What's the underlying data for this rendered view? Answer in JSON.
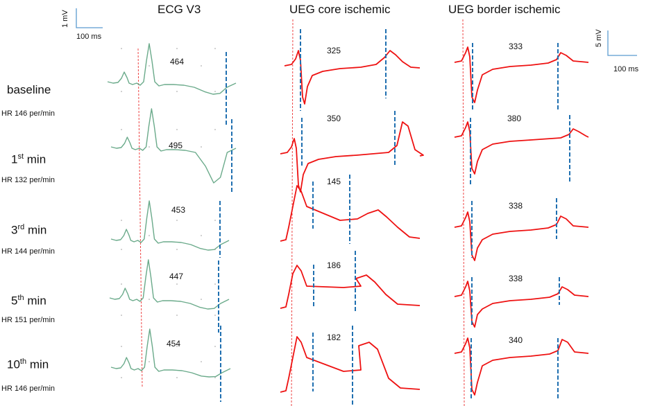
{
  "columns": {
    "ecg": "ECG V3",
    "core": "UEG core ischemic",
    "border": "UEG border ischemic"
  },
  "rows": [
    {
      "label": "baseline",
      "sup": "",
      "hr": "HR 146 per/min",
      "ecg_value": "464",
      "core_value": "325",
      "border_value": "333"
    },
    {
      "label": "1",
      "sup": "st",
      "label_suffix": " min",
      "hr": "HR 132 per/min",
      "ecg_value": "495",
      "core_value": "350",
      "border_value": "380"
    },
    {
      "label": "3",
      "sup": "rd",
      "label_suffix": " min",
      "hr": "HR 144 per/min",
      "ecg_value": "453",
      "core_value": "145",
      "border_value": "338"
    },
    {
      "label": "5",
      "sup": "th",
      "label_suffix": " min",
      "hr": "HR 151 per/min",
      "ecg_value": "447",
      "core_value": "186",
      "border_value": "338"
    },
    {
      "label": "10",
      "sup": "th",
      "label_suffix": " min",
      "hr": "HR 146 per/min",
      "ecg_value": "454",
      "core_value": "182",
      "border_value": "340"
    }
  ],
  "scale_left": {
    "amplitude": "1 mV",
    "time": "100 ms"
  },
  "scale_right": {
    "amplitude": "5 mV",
    "time": "100 ms"
  },
  "colors": {
    "ecg_trace": "#6aaa8a",
    "ueg_trace": "#ee1111",
    "marker": "#1f6fb0",
    "reference": "#ee4444",
    "scale": "#5a9bd0"
  }
}
